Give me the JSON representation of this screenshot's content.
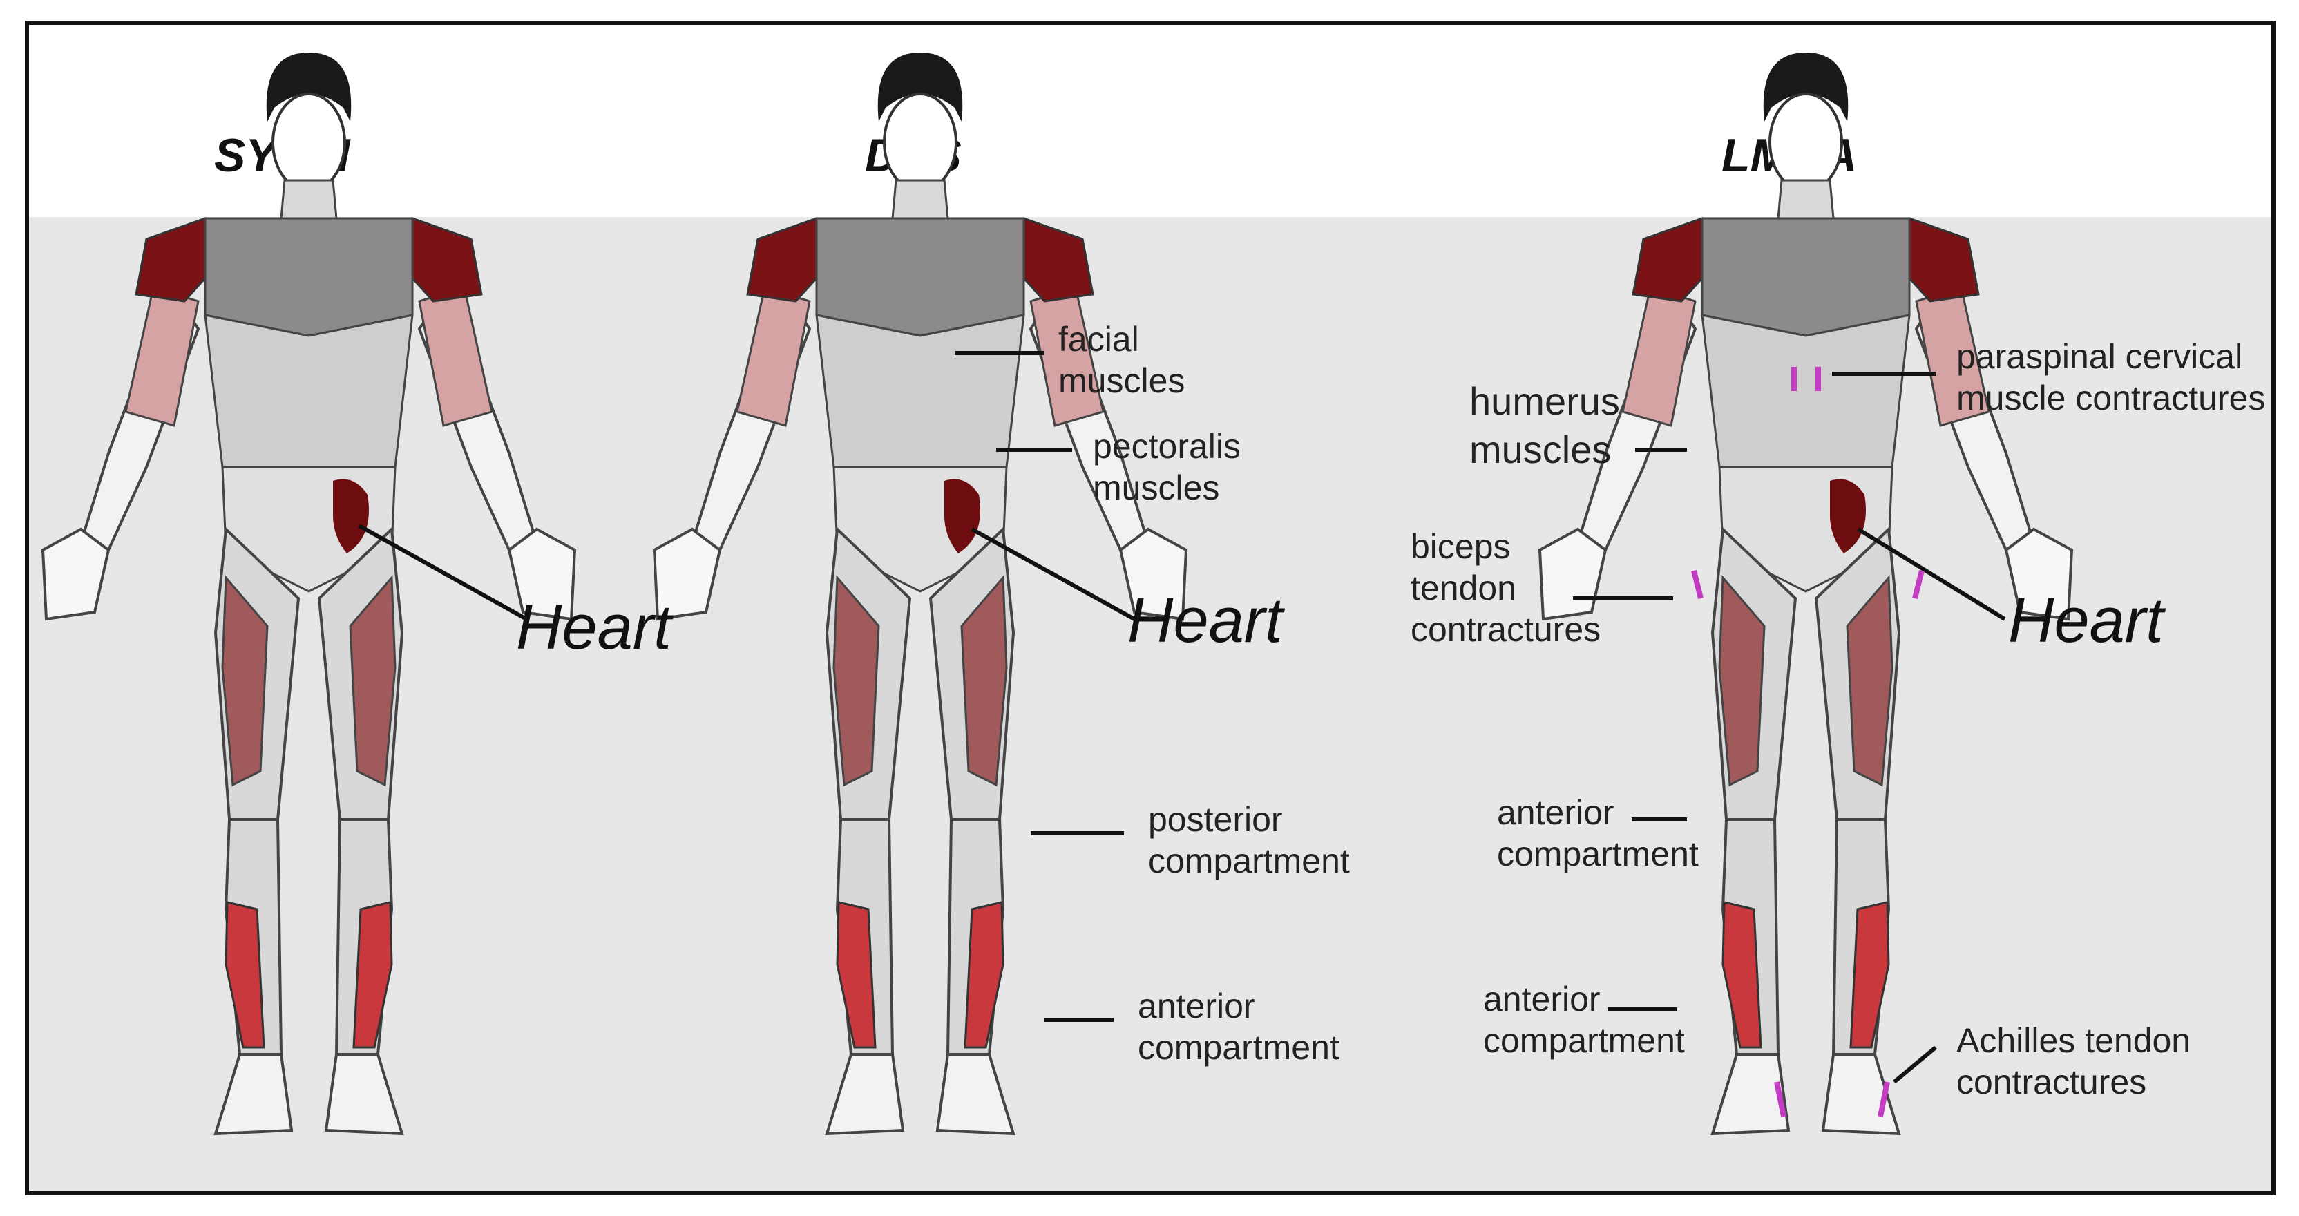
{
  "titles": {
    "left": "SYNM",
    "middle": "DES",
    "right": "LMNA"
  },
  "heart_label": "Heart",
  "des_labels": {
    "facial": "facial\nmuscles",
    "pectoralis": "pectoralis\nmuscles",
    "posterior": "posterior\ncompartment",
    "anterior": "anterior\ncompartment"
  },
  "lmna_labels": {
    "humerus": "humerus\nmuscles",
    "biceps": "biceps\ntendon\ncontractures",
    "paraspinal": "paraspinal cervical\nmuscle contractures",
    "anterior_thigh": "anterior\ncompartment",
    "anterior_leg": "anterior\ncompartment",
    "achilles": "Achilles tendon\ncontractures"
  },
  "colors": {
    "background": "#e7e7e7",
    "shoulder": "#7a1216",
    "upper_arm": "#d6a3a5",
    "chest": "#8d8a8b",
    "abdomen": "#cfcdce",
    "thigh_muscle": "#a05a5c",
    "calf_muscle": "#c8383d",
    "heart": "#6e0d10",
    "contracture": "#c43bc4"
  }
}
